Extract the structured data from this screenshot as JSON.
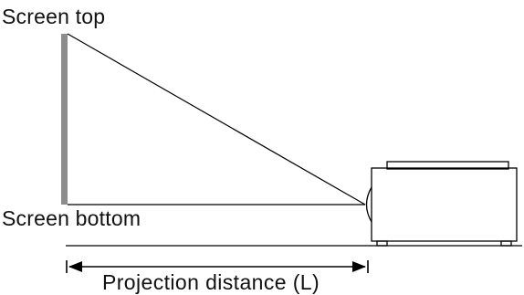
{
  "labels": {
    "screen_top": "Screen top",
    "screen_bottom": "Screen bottom",
    "projection_distance": "Projection distance (L)"
  },
  "colors": {
    "screen": "#8c8c8c",
    "line": "#000000",
    "text": "#111111"
  }
}
